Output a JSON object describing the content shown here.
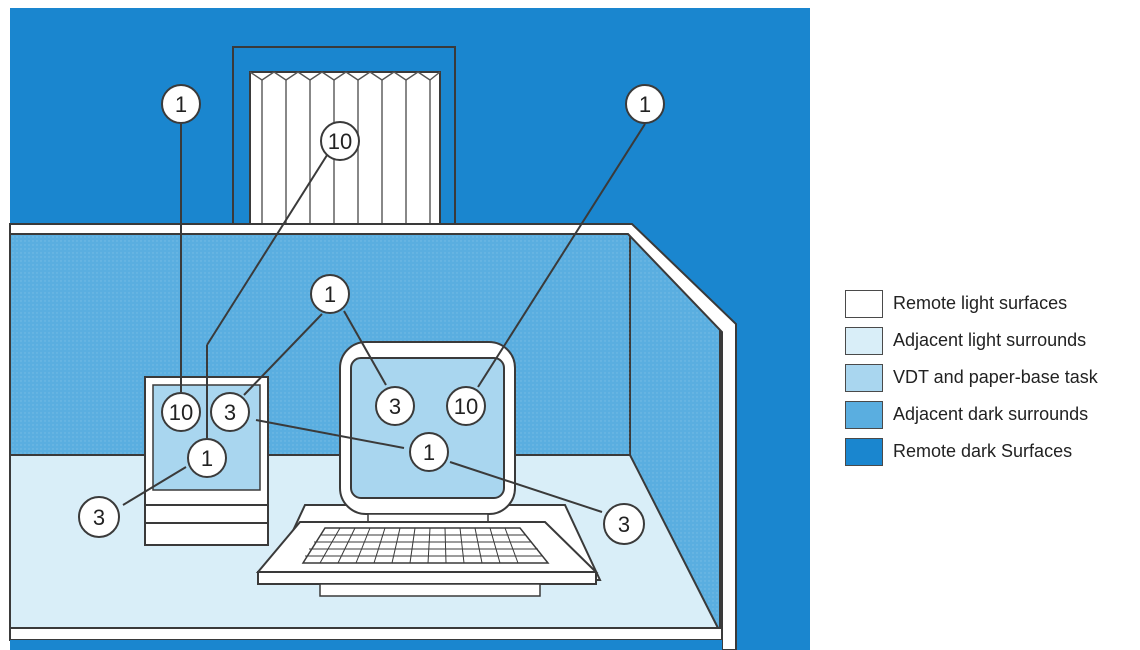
{
  "colors": {
    "remote_light": "#ffffff",
    "adjacent_light": "#d9eef8",
    "task": "#a9d6ef",
    "adjacent_dark": "#5aaee0",
    "remote_dark": "#1a86cf",
    "outline": "#3a3a3a"
  },
  "callouts": {
    "c1": "1",
    "c2": "1",
    "c3": "1",
    "c4": "1",
    "c5": "1",
    "c6": "10",
    "c7": "10",
    "c8": "10",
    "c9": "3",
    "c10": "3",
    "c11": "3",
    "c12": "3"
  },
  "legend": [
    {
      "label": "Remote light surfaces",
      "color": "#ffffff"
    },
    {
      "label": "Adjacent light surrounds",
      "color": "#d9eef8"
    },
    {
      "label": "VDT and paper-base task",
      "color": "#a9d6ef"
    },
    {
      "label": "Adjacent dark surrounds",
      "color": "#5aaee0"
    },
    {
      "label": "Remote dark Surfaces",
      "color": "#1a86cf"
    }
  ]
}
